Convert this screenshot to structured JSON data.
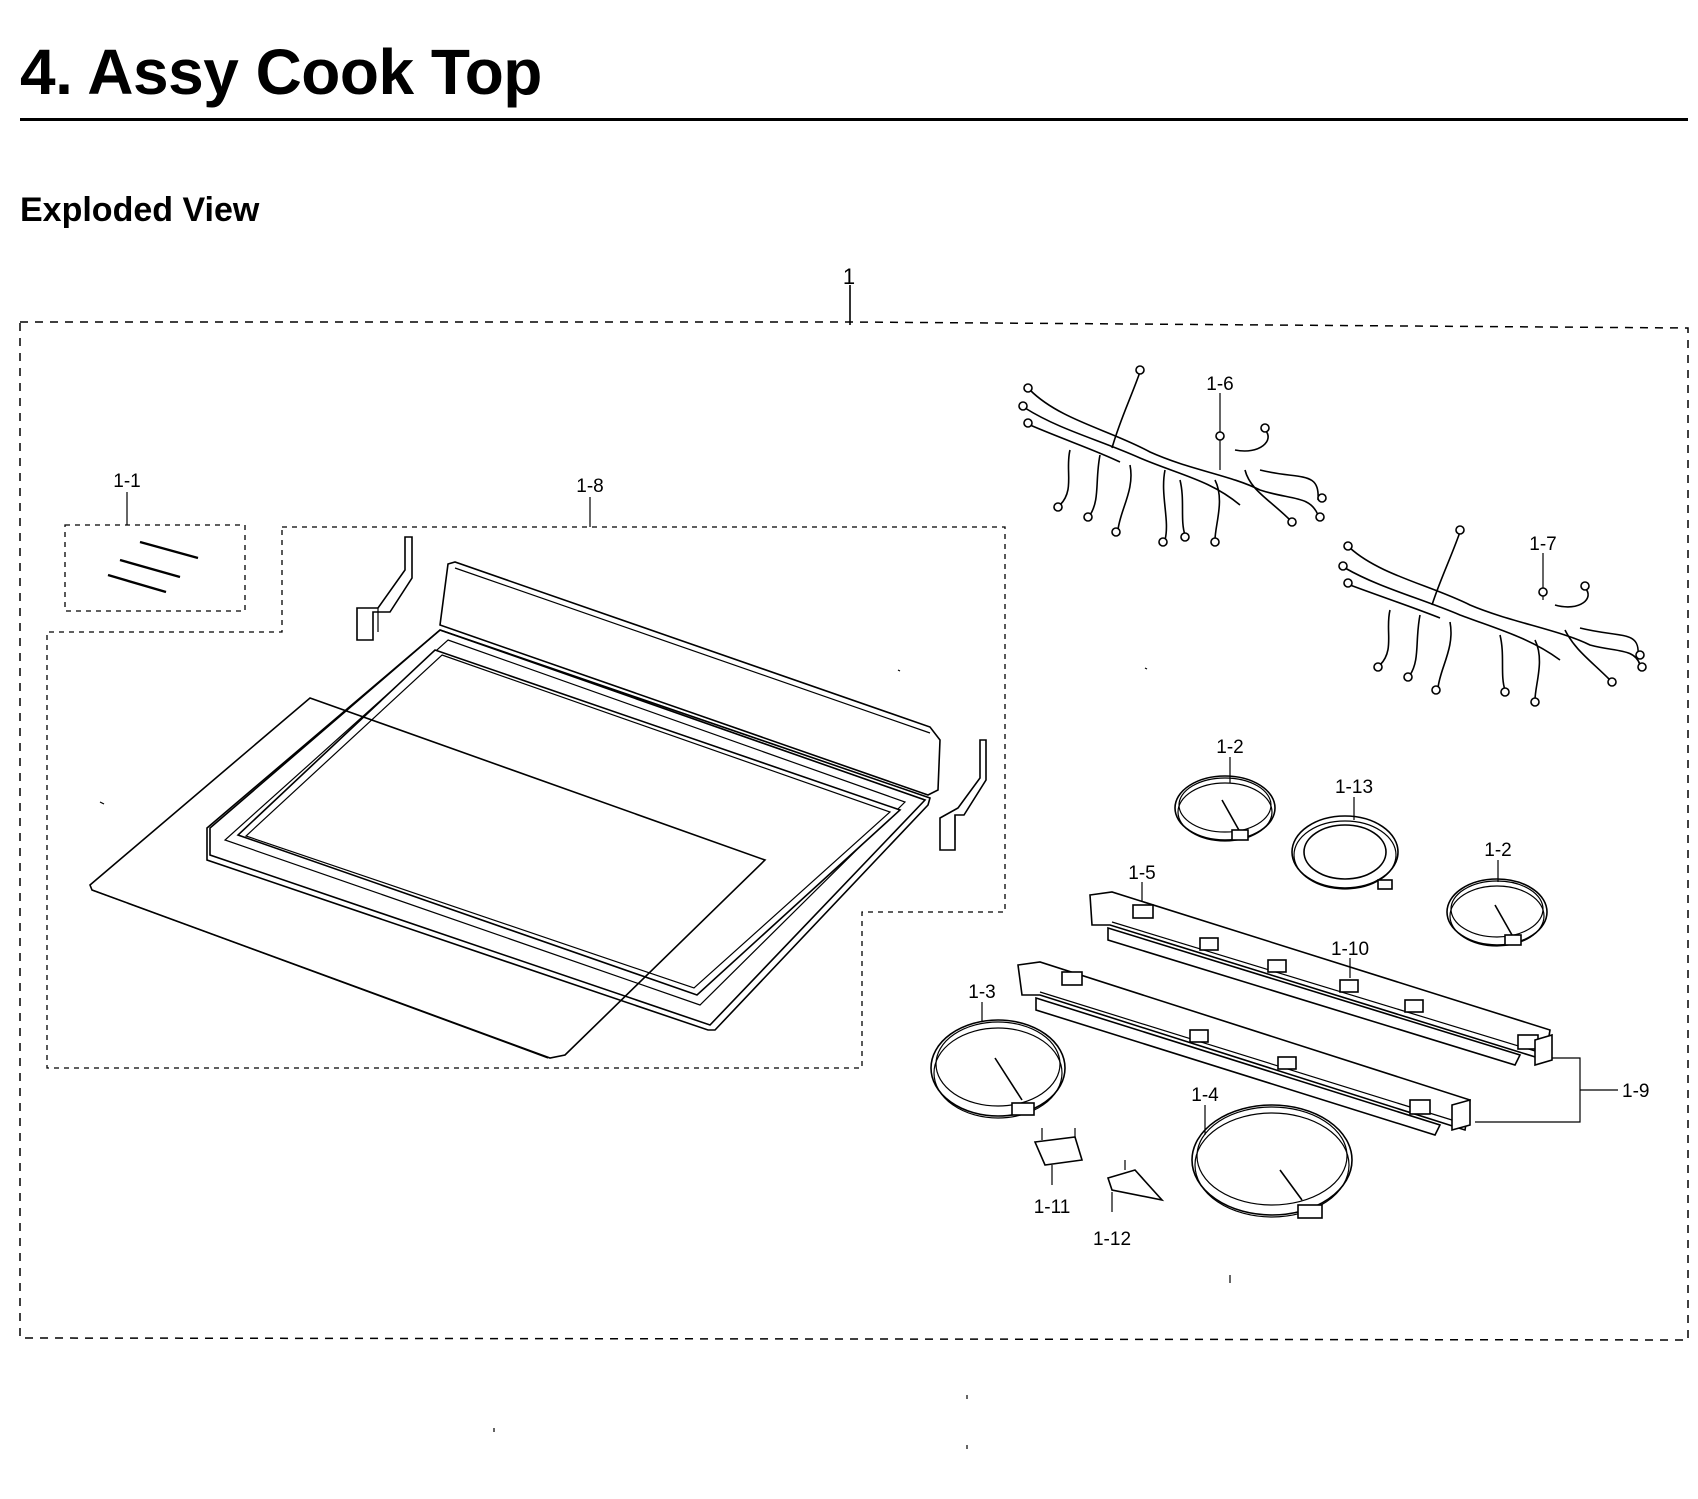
{
  "header": {
    "title": "4.  Assy Cook Top",
    "section": "Exploded View"
  },
  "callouts": {
    "assembly": "1",
    "c1_1": "1-1",
    "c1_8": "1-8",
    "c1_6": "1-6",
    "c1_7": "1-7",
    "c1_2a": "1-2",
    "c1_13": "1-13",
    "c1_2b": "1-2",
    "c1_5": "1-5",
    "c1_10": "1-10",
    "c1_3": "1-3",
    "c1_9": "1-9",
    "c1_4": "1-4",
    "c1_11": "1-11",
    "c1_12": "1-12"
  }
}
